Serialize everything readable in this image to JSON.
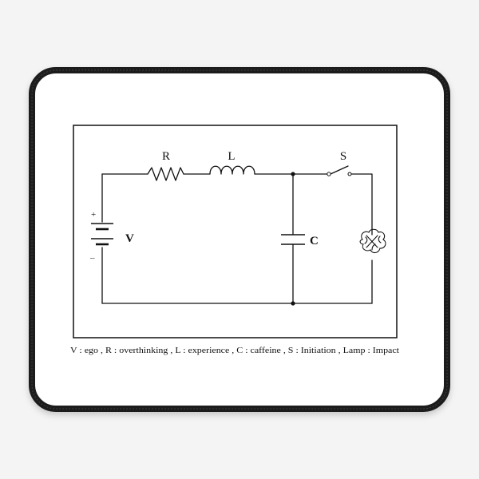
{
  "labels": {
    "resistor": "R",
    "inductor": "L",
    "switch": "S",
    "voltage": "V",
    "capacitor": "C",
    "plus": "+",
    "minus": "–"
  },
  "legend": "V : ego , R : overthinking , L : experience , C : caffeine , S : Initiation , Lamp :  Impact",
  "colors": {
    "background": "#f4f4f4",
    "mat": "#ffffff",
    "mat_edge": "#1c1c1c",
    "ink": "#111111"
  },
  "icons": {
    "lamp": "brain-lamp-icon",
    "battery": "battery-icon"
  }
}
